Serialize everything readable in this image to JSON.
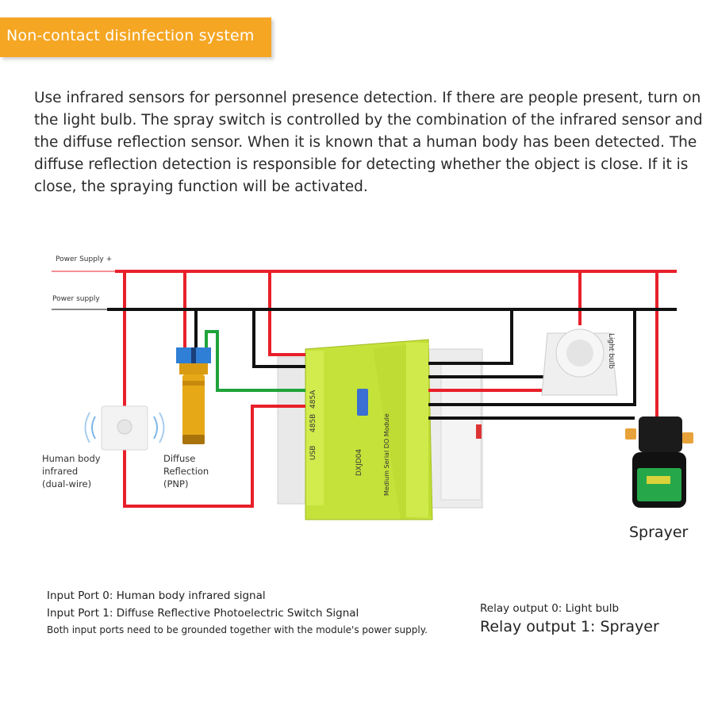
{
  "header": {
    "title": "Non-contact disinfection system"
  },
  "intro": "Use infrared sensors for personnel presence detection. If there are people present, turn on the light bulb. The spray switch is controlled by the combination of the infrared sensor and the diffuse reflection sensor. When it is known that a human body has been detected. The diffuse reflection detection is responsible for detecting whether the object is close. If it is close, the spraying function will be activated.",
  "rails": {
    "positive_label": "Power Supply +",
    "negative_label": "Power supply"
  },
  "devices": {
    "human_sensor": {
      "line1": "Human body",
      "line2": "infrared",
      "line3": "(dual-wire)"
    },
    "diffuse_sensor": {
      "line1": "Diffuse",
      "line2": "Reflection",
      "line3": "(PNP)"
    },
    "light_bulb": "Light bulb",
    "sprayer": "Sprayer"
  },
  "module": {
    "brand": "Medium Serial DO Module",
    "model": "DXJD04",
    "ports": [
      "USB",
      "485B",
      "485A"
    ]
  },
  "notes_left": [
    "Input Port 0: Human body infrared signal",
    "Input Port 1: Diffuse Reflective Photoelectric Switch Signal",
    "Both input ports need to be grounded together with the module's power supply."
  ],
  "notes_right": [
    "Relay output 0: Light bulb",
    "Relay output 1: Sprayer"
  ],
  "colors": {
    "accent": "#f5a623",
    "wire_positive": "#e8202a",
    "wire_negative": "#111111",
    "wire_signal": "#1fa33a",
    "module_body": "#c5e23a"
  }
}
